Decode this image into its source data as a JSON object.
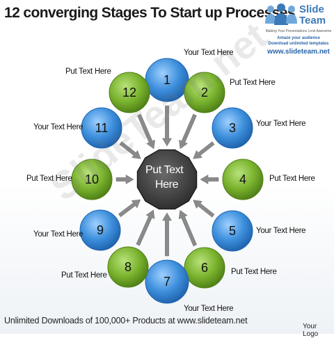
{
  "title": "12 converging Stages To Start up Processes",
  "logo": {
    "brand_line1": "Slide",
    "brand_line2": "Team",
    "tagline": "Making Your Presentations Look Awesome",
    "promo1": "Amaze your audience",
    "promo2": "Download unlimited templates",
    "url": "www.slideteam.net"
  },
  "colors": {
    "green": "#7ab32e",
    "blue": "#3d8fdc",
    "center": "#404040",
    "arrow": "#8a8a8a"
  },
  "center": {
    "line1": "Put Text",
    "line2": "Here"
  },
  "stages": [
    {
      "number": "1",
      "color": "blue",
      "label": "Your Text Here"
    },
    {
      "number": "2",
      "color": "green",
      "label": "Put Text Here"
    },
    {
      "number": "3",
      "color": "blue",
      "label": "Your Text Here"
    },
    {
      "number": "4",
      "color": "green",
      "label": "Put Text Here"
    },
    {
      "number": "5",
      "color": "blue",
      "label": "Your Text Here"
    },
    {
      "number": "6",
      "color": "green",
      "label": "Put Text Here"
    },
    {
      "number": "7",
      "color": "blue",
      "label": "Your Text Here"
    },
    {
      "number": "8",
      "color": "green",
      "label": "Put Text Here"
    },
    {
      "number": "9",
      "color": "blue",
      "label": "Your Text Here"
    },
    {
      "number": "10",
      "color": "green",
      "label": "Put Text Here"
    },
    {
      "number": "11",
      "color": "blue",
      "label": "Your Text Here"
    },
    {
      "number": "12",
      "color": "green",
      "label": "Put Text Here"
    }
  ],
  "watermark": "SlideTeam.net",
  "footer": "Unlimited Downloads of 100,000+ Products at www.slideteam.net",
  "your_logo": "Your Logo"
}
